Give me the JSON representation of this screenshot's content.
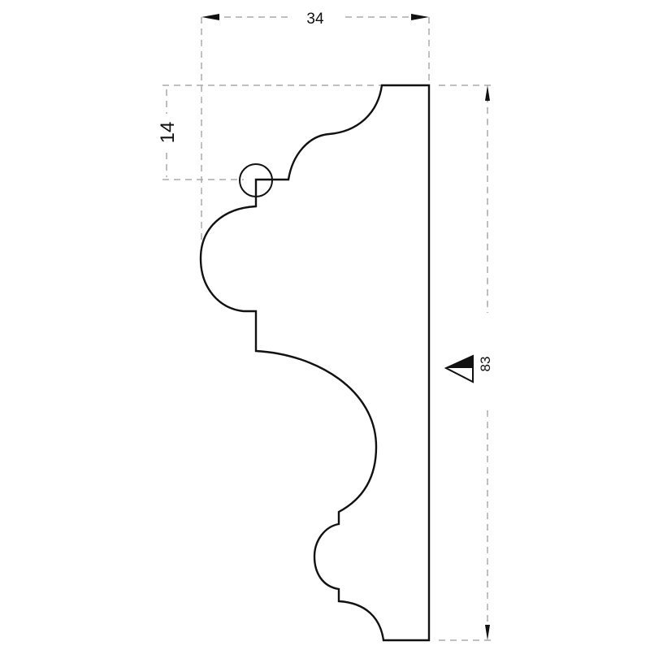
{
  "drawing": {
    "width_dimension": "34",
    "height_dimension": "83",
    "detail_dimension": "14",
    "colors": {
      "line": "#111111",
      "dimension_line": "#aaaaaa"
    }
  }
}
